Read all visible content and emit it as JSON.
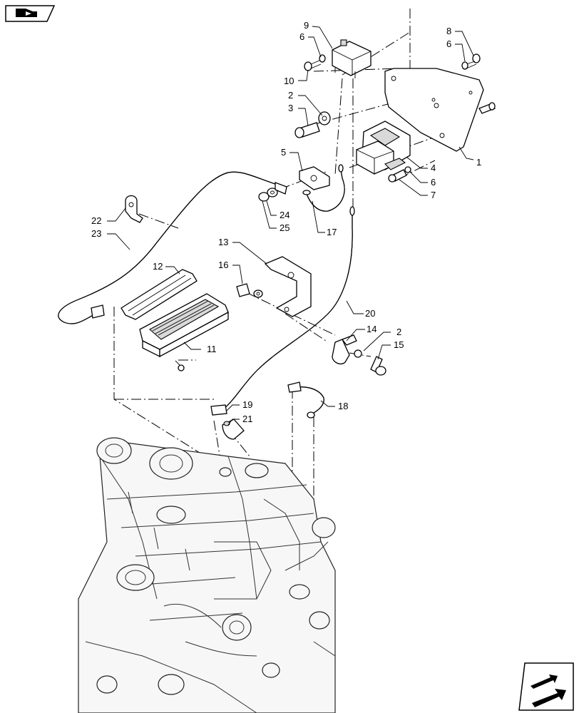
{
  "callouts": [
    {
      "id": "c1",
      "text": "1"
    },
    {
      "id": "c2a",
      "text": "2"
    },
    {
      "id": "c2b",
      "text": "2"
    },
    {
      "id": "c3",
      "text": "3"
    },
    {
      "id": "c4",
      "text": "4"
    },
    {
      "id": "c5",
      "text": "5"
    },
    {
      "id": "c6a",
      "text": "6"
    },
    {
      "id": "c6b",
      "text": "6"
    },
    {
      "id": "c6c",
      "text": "6"
    },
    {
      "id": "c7",
      "text": "7"
    },
    {
      "id": "c8",
      "text": "8"
    },
    {
      "id": "c9",
      "text": "9"
    },
    {
      "id": "c10",
      "text": "10"
    },
    {
      "id": "c11",
      "text": "11"
    },
    {
      "id": "c12",
      "text": "12"
    },
    {
      "id": "c13",
      "text": "13"
    },
    {
      "id": "c14",
      "text": "14"
    },
    {
      "id": "c15",
      "text": "15"
    },
    {
      "id": "c16",
      "text": "16"
    },
    {
      "id": "c17",
      "text": "17"
    },
    {
      "id": "c18",
      "text": "18"
    },
    {
      "id": "c19",
      "text": "19"
    },
    {
      "id": "c20",
      "text": "20"
    },
    {
      "id": "c21",
      "text": "21"
    },
    {
      "id": "c22",
      "text": "22"
    },
    {
      "id": "c23",
      "text": "23"
    },
    {
      "id": "c24",
      "text": "24"
    },
    {
      "id": "c25",
      "text": "25"
    }
  ],
  "icons": {
    "top_left": "back-navigation-icon",
    "bottom_right": "next-page-arrow-icon"
  }
}
